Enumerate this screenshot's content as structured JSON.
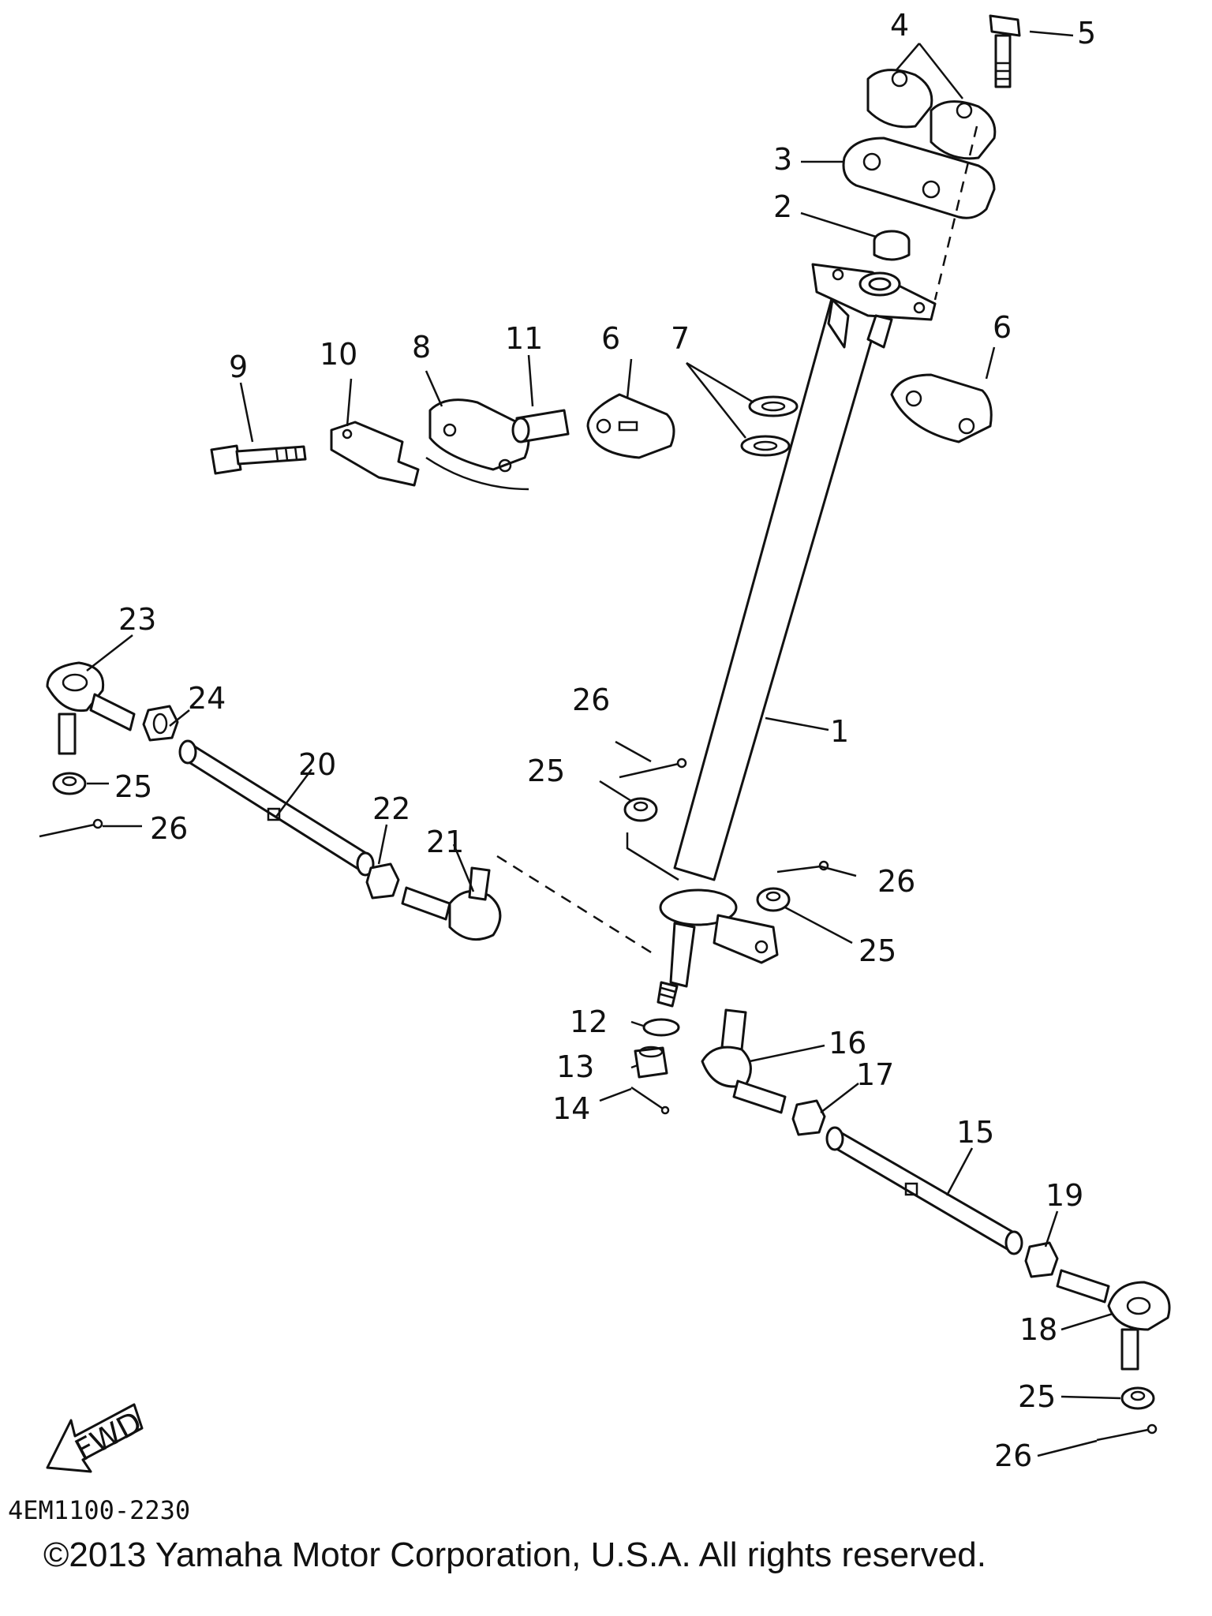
{
  "diagram": {
    "part_numbers": {
      "p1": "1",
      "p2": "2",
      "p3": "3",
      "p4": "4",
      "p5": "5",
      "p6a": "6",
      "p6b": "6",
      "p7": "7",
      "p8": "8",
      "p9": "9",
      "p10": "10",
      "p11": "11",
      "p12": "12",
      "p13": "13",
      "p14": "14",
      "p15": "15",
      "p16": "16",
      "p17": "17",
      "p18": "18",
      "p19": "19",
      "p20": "20",
      "p21": "21",
      "p22": "22",
      "p23": "23",
      "p24": "24",
      "p25a": "25",
      "p25b": "25",
      "p25c": "25",
      "p25d": "25",
      "p26a": "26",
      "p26b": "26",
      "p26c": "26",
      "p26d": "26"
    },
    "fwd_label": "FWD",
    "diagram_ref": "4EM1100-2230",
    "copyright": "©2013 Yamaha Motor Corporation, U.S.A. All rights reserved."
  }
}
